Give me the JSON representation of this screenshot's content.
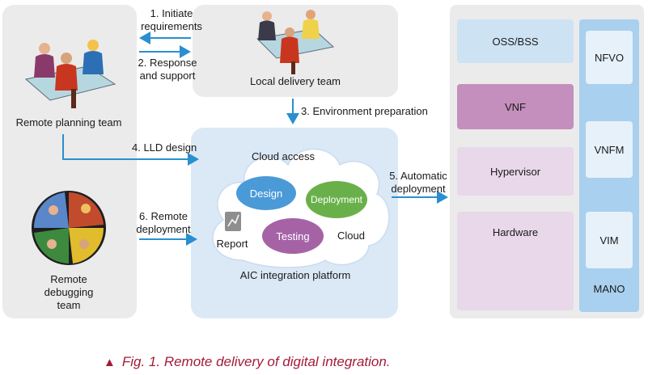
{
  "teams": {
    "remote_planning": "Remote planning team",
    "local_delivery": "Local delivery team",
    "remote_debugging": [
      "Remote",
      "debugging",
      "team"
    ]
  },
  "steps": {
    "s1": [
      "1. Initiate",
      "requirements"
    ],
    "s2": [
      "2. Response",
      "and support"
    ],
    "s3": "3. Environment preparation",
    "s4": "4. LLD design",
    "s5": [
      "5. Automatic",
      "deployment"
    ],
    "s6": [
      "6. Remote",
      "deployment"
    ]
  },
  "platform": {
    "name": "AIC integration platform",
    "cloud_access": "Cloud access",
    "design": "Design",
    "deployment": "Deployment",
    "testing": "Testing",
    "cloud": "Cloud",
    "report": "Report"
  },
  "stack": {
    "oss_bss": "OSS/BSS",
    "vnf": "VNF",
    "hypervisor": "Hypervisor",
    "hardware": "Hardware",
    "nfvo": "NFVO",
    "vnfm": "VNFM",
    "vim": "VIM",
    "mano": "MANO"
  },
  "caption": {
    "marker": "▲",
    "text": "Fig. 1. Remote delivery of digital integration."
  },
  "colors": {
    "arrow": "#2a8fd0",
    "panel_grey": "#ebebeb",
    "platform_bg": "#dbe9f6",
    "design_oval": "#4a9ad8",
    "deployment_oval": "#6ab04a",
    "testing_oval": "#a563a6",
    "vnf": "#c48fbd",
    "caption": "#a31b3a"
  }
}
